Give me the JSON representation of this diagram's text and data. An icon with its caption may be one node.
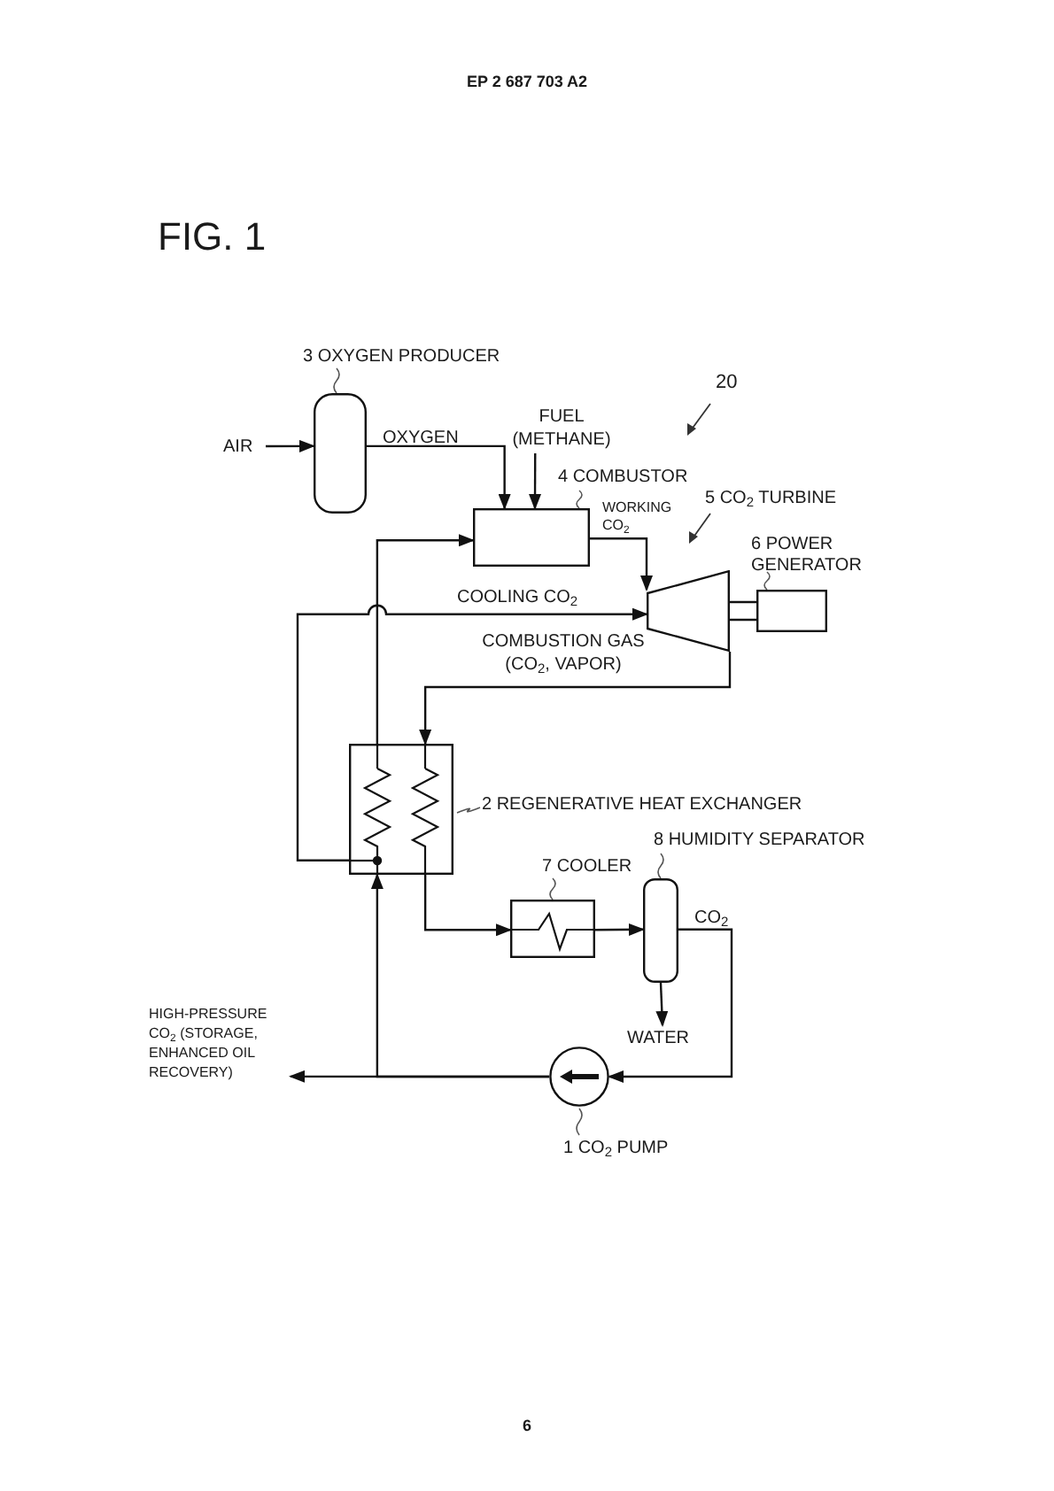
{
  "diagram": {
    "nodes": [
      {
        "text": [
          "3 OXYGEN PRODUCER"
        ]
      },
      {
        "text": [
          "AIR"
        ]
      },
      {
        "text": [
          "4 COMBUSTOR"
        ]
      },
      {
        "text": [
          "FUEL (METHANE)"
        ]
      },
      {
        "text": [
          "5 CO$_{2}$ TURBINE"
        ]
      },
      {
        "text": [
          "6 POWER GENERATOR"
        ]
      },
      {
        "text": [
          "2 REGENERATIVE HEAT EXCHANGER"
        ]
      },
      {
        "text": [
          "7 COOLER"
        ]
      },
      {
        "text": [
          "8 HUMIDITY SEPARATOR"
        ]
      },
      {
        "text": [
          "WATER"
        ]
      },
      {
        "text": [
          "1 CO$_{2}$ PUMP"
        ]
      },
      {
        "text": [
          "HIGH-PRESSURE CO$_{2}$ (STORAGE, ENHANCED OIL RECOVERY)"
        ]
      }
    ],
    "edges": [
      {
        "from": 1,
        "to": 0,
        "arrow": "to"
      },
      {
        "from": 0,
        "to": 2,
        "arrow": "to",
        "label": "OXYGEN"
      },
      {
        "from": 3,
        "to": 2,
        "arrow": "to"
      },
      {
        "from": 2,
        "to": 4,
        "arrow": "to",
        "label": "WORKING CO$_{2}$"
      },
      {
        "from": 6,
        "to": 2,
        "arrow": "to"
      },
      {
        "from": 6,
        "to": 4,
        "arrow": "to",
        "label": "COOLING CO$_{2}$"
      },
      {
        "from": 4,
        "to": 6,
        "arrow": "to",
        "label": "COMBUSTION GAS (CO$_{2}$, VAPOR)"
      },
      {
        "from": 6,
        "to": 7,
        "arrow": "to"
      },
      {
        "from": 7,
        "to": 8,
        "arrow": "to"
      },
      {
        "from": 8,
        "to": 9,
        "arrow": "to"
      },
      {
        "from": 8,
        "to": 10,
        "arrow": "to",
        "label": "CO$_{2}$"
      },
      {
        "from": 10,
        "to": 6,
        "arrow": "to"
      },
      {
        "from": 10,
        "to": 11,
        "arrow": "to"
      },
      {
        "from": 4,
        "to": 5,
        "arrow": "none"
      }
    ],
    "labels": [
      "EP 2 687 703 A2",
      "FIG. 1",
      "20",
      "6"
    ]
  }
}
